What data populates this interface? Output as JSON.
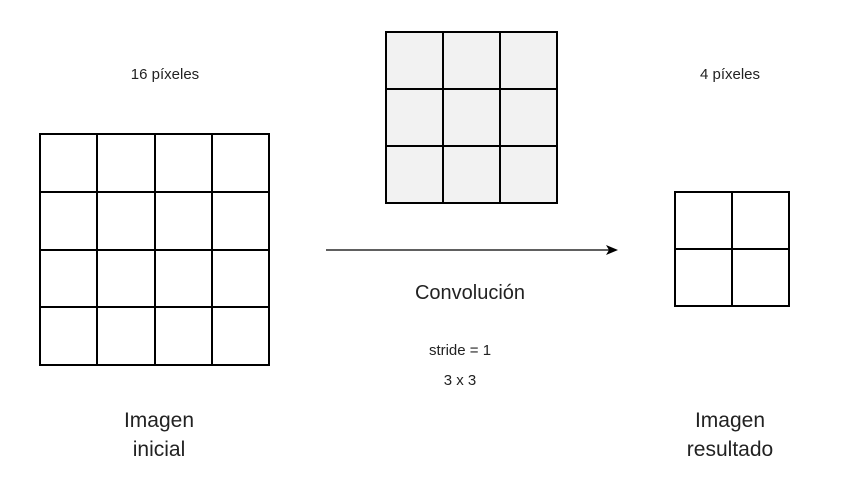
{
  "input": {
    "pixel_label": "16 píxeles",
    "caption_line1": "Imagen",
    "caption_line2": "inicial",
    "rows": 4,
    "cols": 4
  },
  "kernel": {
    "rows": 3,
    "cols": 3,
    "fill_color": "#f2f2f2"
  },
  "operation": {
    "name": "Convolución",
    "stride": "stride = 1",
    "size": "3 x 3"
  },
  "output": {
    "pixel_label": "4 píxeles",
    "caption_line1": "Imagen",
    "caption_line2": "resultado",
    "rows": 2,
    "cols": 2
  }
}
